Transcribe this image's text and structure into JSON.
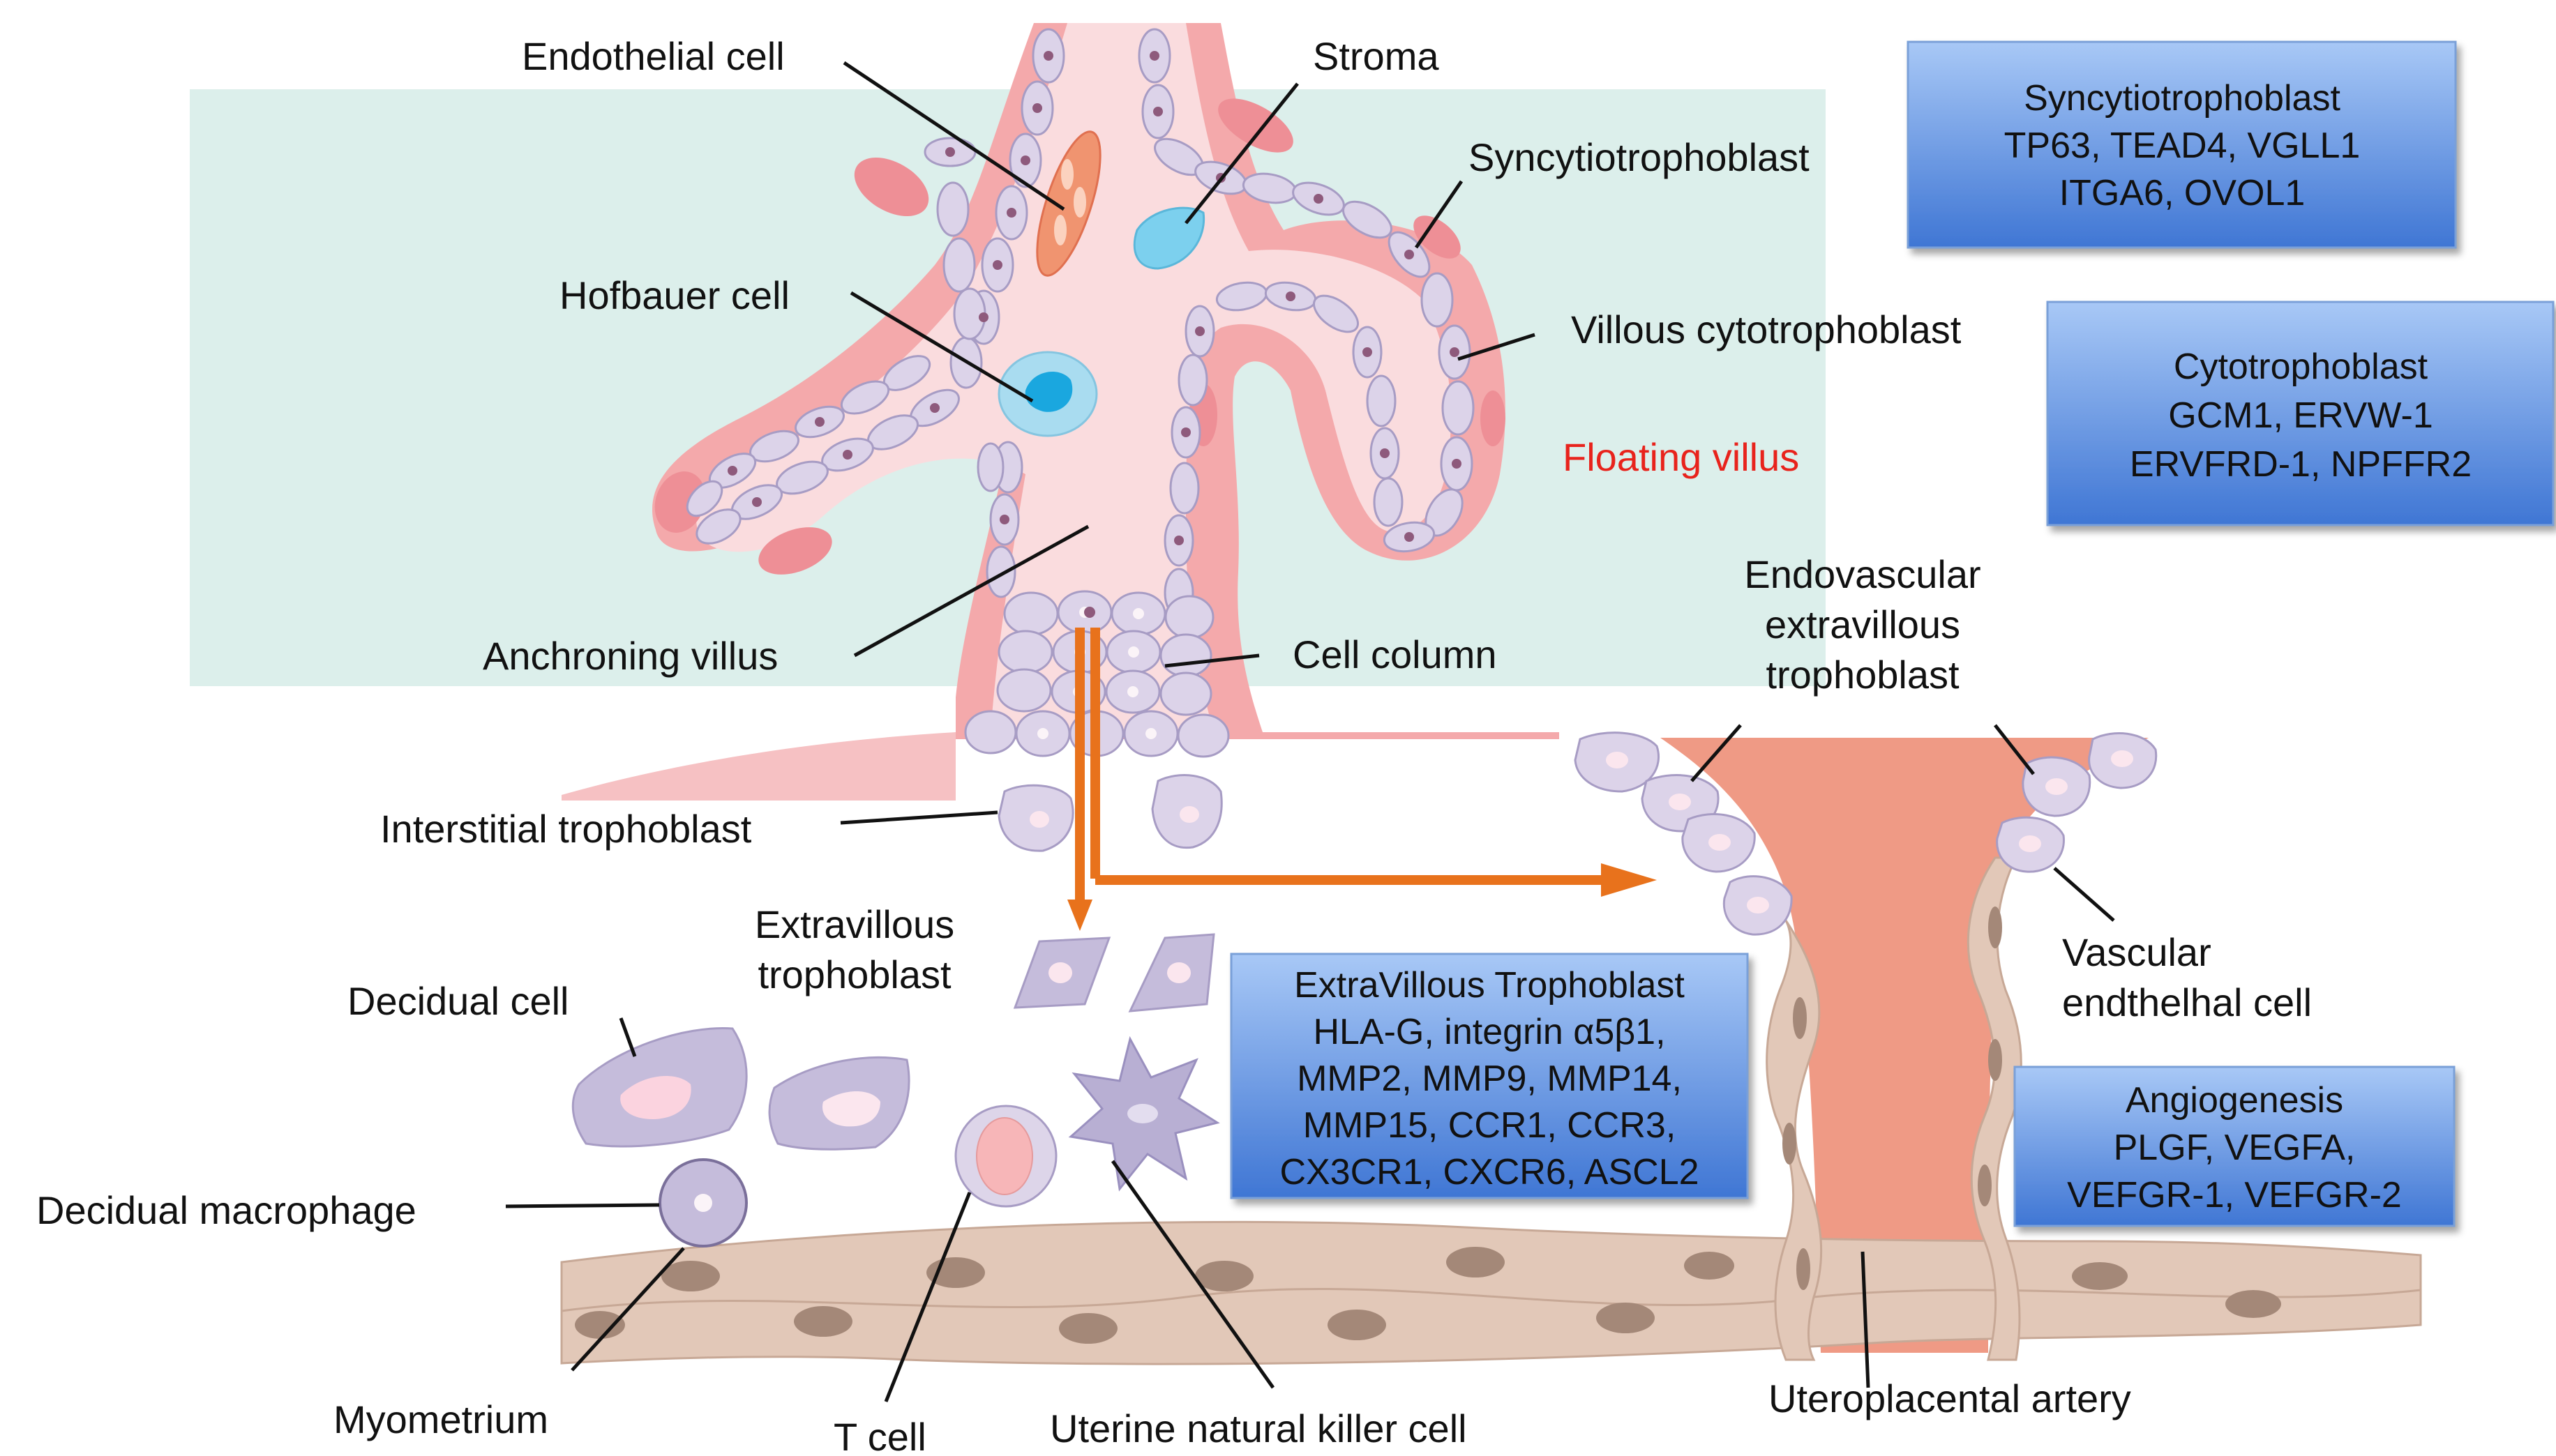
{
  "labels": {
    "endothelial_cell": "Endothelial cell",
    "stroma": "Stroma",
    "syncytiotrophoblast": "Syncytiotrophoblast",
    "hofbauer_cell": "Hofbauer cell",
    "villous_cytotrophoblast": "Villous cytotrophoblast",
    "floating_villus": "Floating villus",
    "anchroning_villus": "Anchroning villus",
    "cell_column": "Cell column",
    "endovascular_line1": "Endovascular",
    "endovascular_line2": "extravillous",
    "endovascular_line3": "trophoblast",
    "interstitial_trophoblast": "Interstitial trophoblast",
    "extravillous_line1": "Extravillous",
    "extravillous_line2": "trophoblast",
    "decidual_cell": "Decidual cell",
    "decidual_macrophage": "Decidual macrophage",
    "myometrium": "Myometrium",
    "t_cell": "T cell",
    "uterine_nk_cell": "Uterine natural killer cell",
    "vascular_line1": "Vascular",
    "vascular_line2": "endthelhal cell",
    "uteroplacental_artery": "Uteroplacental artery"
  },
  "marker_boxes": {
    "syncytiotrophoblast": [
      "Syncytiotrophoblast",
      "TP63, TEAD4, VGLL1",
      "ITGA6, OVOL1"
    ],
    "cytotrophoblast": [
      "Cytotrophoblast",
      "GCM1, ERVW-1",
      "ERVFRD-1, NPFFR2"
    ],
    "extravillous": [
      "ExtraVillous Trophoblast",
      "HLA-G, integrin α5β1,",
      "MMP2, MMP9, MMP14,",
      "MMP15, CCR1, CCR3,",
      "CX3CR1, CXCR6, ASCL2"
    ],
    "angiogenesis": [
      "Angiogenesis",
      "PLGF, VEGFA,",
      "VEFGR-1, VEFGR-2"
    ]
  },
  "colors": {
    "maternal_blood": "#dcefeb",
    "villus_outer": "#f4a9ab",
    "villus_stroma": "#fadcde",
    "trophoblast": "#d9d0e6",
    "trophoblast_stroke": "#a79cc4",
    "nucleus": "#8e5a7c",
    "artery": "#ef9a85",
    "myometrium": "#e2c8b8",
    "myometrium_nucleus": "#a48878",
    "arrow": "#e8721c",
    "floating_villus_text": "#e8231c",
    "box_top": "#a8c8f6",
    "box_bottom": "#3f76d4"
  }
}
